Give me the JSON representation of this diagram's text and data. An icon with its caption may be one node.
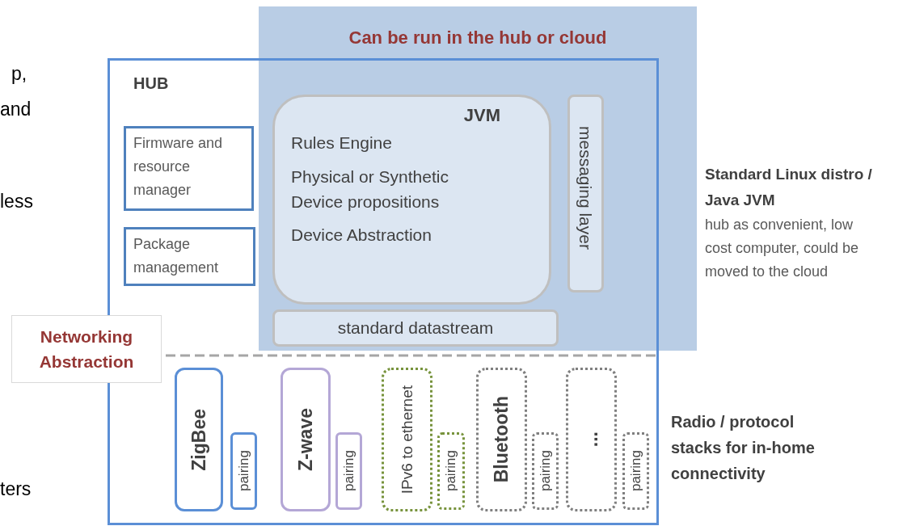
{
  "diagram": {
    "nodes": [
      {
        "text": [
          "Can be run in the hub or cloud"
        ],
        "beside": [
          "Standard Linux distro / Java JVM",
          "hub as convenient, low cost computer, could be moved to the cloud"
        ]
      },
      {
        "text": [
          "HUB"
        ]
      },
      {
        "text": [
          "Firmware and resource manager"
        ],
        "in": 1
      },
      {
        "text": [
          "Package management"
        ],
        "in": 1
      },
      {
        "text": [
          "JVM",
          "Rules Engine",
          "Physical or Synthetic Device propositions",
          "Device Abstraction"
        ]
      },
      {
        "text": [
          "messaging layer"
        ]
      },
      {
        "text": [
          "standard datastream"
        ]
      },
      {
        "text": [
          "Networking Abstraction"
        ]
      },
      {
        "text": [
          "ZigBee"
        ],
        "in": 1
      },
      {
        "text": [
          "pairing"
        ],
        "in": 1
      },
      {
        "text": [
          "Z-wave"
        ],
        "in": 1
      },
      {
        "text": [
          "pairing"
        ],
        "in": 1
      },
      {
        "text": [
          "IPv6 to ethernet"
        ],
        "in": 1
      },
      {
        "text": [
          "pairing"
        ],
        "in": 1
      },
      {
        "text": [
          "Bluetooth"
        ],
        "in": 1
      },
      {
        "text": [
          "pairing"
        ],
        "in": 1
      },
      {
        "text": [
          "..."
        ],
        "in": 1
      },
      {
        "text": [
          "pairing"
        ],
        "in": 1
      }
    ],
    "labels": [
      "p,",
      "and",
      "less",
      "ters",
      "Radio / protocol stacks for in-home connectivity"
    ]
  }
}
